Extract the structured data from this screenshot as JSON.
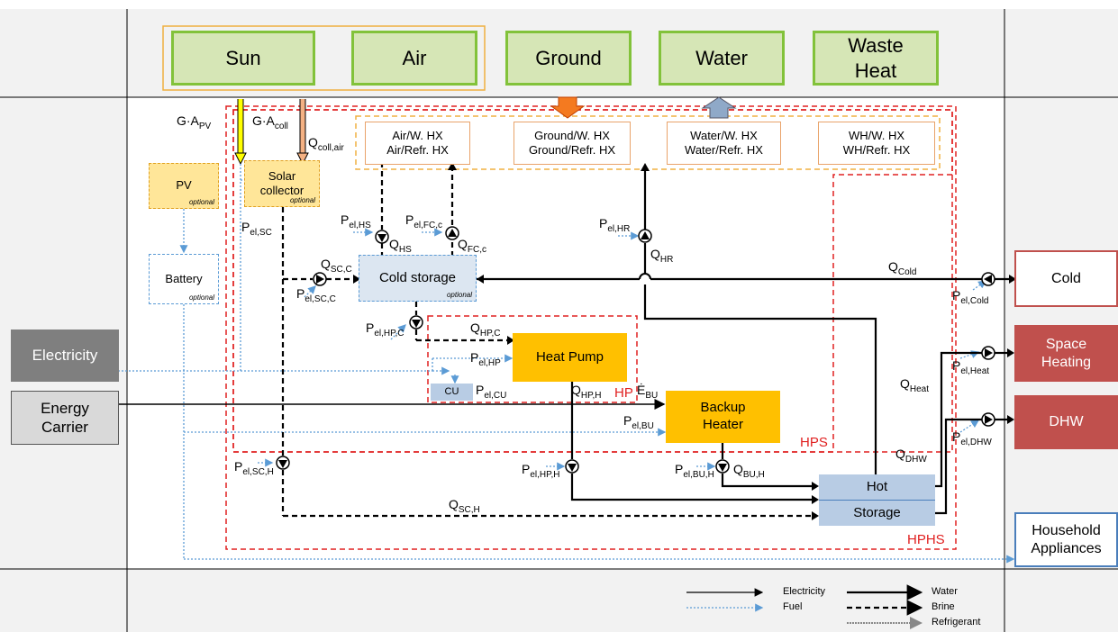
{
  "sources": {
    "sun": "Sun",
    "air": "Air",
    "ground": "Ground",
    "water": "Water",
    "waste_heat_1": "Waste",
    "waste_heat_2": "Heat"
  },
  "exchangers": {
    "air_1": "Air/W. HX",
    "air_2": "Air/Refr. HX",
    "ground_1": "Ground/W. HX",
    "ground_2": "Ground/Refr. HX",
    "water_1": "Water/W. HX",
    "water_2": "Water/Refr. HX",
    "wh_1": "WH/W. HX",
    "wh_2": "WH/Refr. HX"
  },
  "components": {
    "pv": "PV",
    "solar_1": "Solar",
    "solar_2": "collector",
    "battery": "Battery",
    "cold_storage": "Cold storage",
    "heat_pump": "Heat Pump",
    "cu": "CU",
    "backup_1": "Backup",
    "backup_2": "Heater",
    "hot_1": "Hot",
    "hot_2": "Storage",
    "optional": "optional"
  },
  "inputs": {
    "electricity": "Electricity",
    "energy_1": "Energy",
    "energy_2": "Carrier"
  },
  "demands": {
    "cold": "Cold",
    "space_1": "Space",
    "space_2": "Heating",
    "dhw": "DHW",
    "household_1": "Household",
    "household_2": "Appliances"
  },
  "boundaries": {
    "hp": "HP",
    "hps": "HPS",
    "hphs": "HPHS"
  },
  "labels": {
    "g_apv": {
      "m": "G·A",
      "s": "PV"
    },
    "g_acoll": {
      "m": "G·A",
      "s": "coll"
    },
    "q_coll_air": {
      "m": "Q",
      "s": "coll,air"
    },
    "p_el_sc": {
      "m": "P",
      "s": "el,SC"
    },
    "p_el_hs": {
      "m": "P",
      "s": "el,HS"
    },
    "q_hs": {
      "m": "Q",
      "s": "HS"
    },
    "p_el_fc": {
      "m": "P",
      "s": "el,FC,c"
    },
    "q_fc": {
      "m": "Q",
      "s": "FC,c"
    },
    "p_el_hr": {
      "m": "P",
      "s": "el,HR"
    },
    "q_hr": {
      "m": "Q",
      "s": "HR"
    },
    "q_sc_c": {
      "m": "Q",
      "s": "SC,C"
    },
    "p_el_sc_c": {
      "m": "P",
      "s": "el,SC,C"
    },
    "q_cold": {
      "m": "Q",
      "s": "Cold"
    },
    "p_el_cold": {
      "m": "P",
      "s": "el,Cold"
    },
    "p_el_hp_c": {
      "m": "P",
      "s": "el,HP,C"
    },
    "q_hp_c": {
      "m": "Q",
      "s": "HP,C"
    },
    "p_el_hp": {
      "m": "P",
      "s": "el,HP"
    },
    "p_el_cu": {
      "m": "P",
      "s": "el,CU"
    },
    "q_hp_h": {
      "m": "Q",
      "s": "HP,H"
    },
    "e_bu": {
      "m": "Ė",
      "s": "BU"
    },
    "p_el_bu": {
      "m": "P",
      "s": "el,BU"
    },
    "p_el_heat": {
      "m": "P",
      "s": "el,Heat"
    },
    "q_heat": {
      "m": "Q",
      "s": "Heat"
    },
    "q_dhw": {
      "m": "Q",
      "s": "DHW"
    },
    "p_el_dhw": {
      "m": "P",
      "s": "el,DHW"
    },
    "p_el_sc_h": {
      "m": "P",
      "s": "el,SC,H"
    },
    "p_el_hp_h": {
      "m": "P",
      "s": "el,HP,H"
    },
    "p_el_bu_h": {
      "m": "P",
      "s": "el,BU,H"
    },
    "q_bu_h": {
      "m": "Q",
      "s": "BU,H"
    },
    "q_sc_h": {
      "m": "Q",
      "s": "SC,H"
    }
  },
  "legend": {
    "electricity": "Electricity",
    "fuel": "Fuel",
    "water": "Water",
    "brine": "Brine",
    "refrigerant": "Refrigerant"
  },
  "colors": {
    "green_fill": "#d6e6b6",
    "green_border": "#82c23a",
    "hx_border": "#e9a36a",
    "orange": "#ffc000",
    "storage_blue": "#b8cce4",
    "demand_red": "#c0504d",
    "boundary_red": "#e02020",
    "fuel_blue": "#5b9bd5",
    "grey_input": "#7f7f7f"
  }
}
